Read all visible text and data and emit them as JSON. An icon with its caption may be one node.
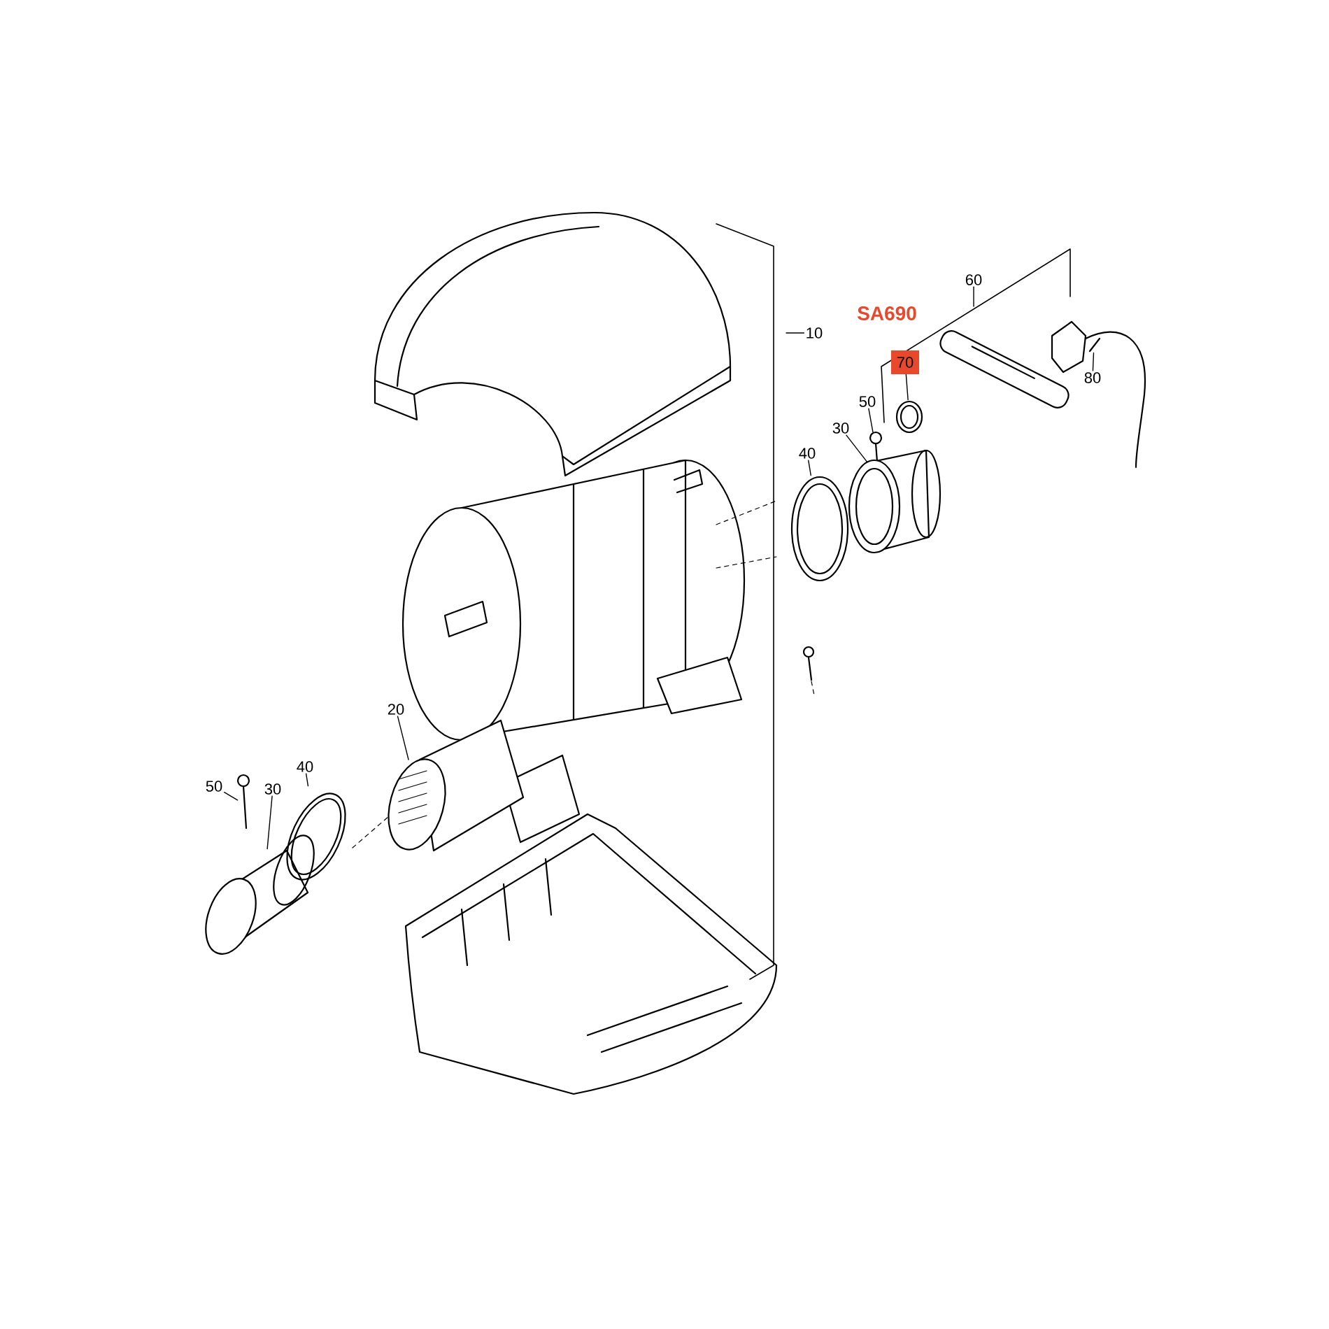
{
  "diagram": {
    "nodes": [
      {
        "text": [
          "10"
        ]
      },
      {
        "text": [
          "60"
        ]
      },
      {
        "text": [
          "70"
        ]
      },
      {
        "text": [
          "50"
        ]
      },
      {
        "text": [
          "30"
        ]
      },
      {
        "text": [
          "40"
        ]
      },
      {
        "text": [
          "80"
        ]
      },
      {
        "text": [
          "20"
        ]
      },
      {
        "text": [
          "50"
        ]
      },
      {
        "text": [
          "30"
        ]
      },
      {
        "text": [
          "40"
        ]
      },
      {
        "text": [],
        "shape": "picture"
      },
      {
        "text": [],
        "shape": "picture"
      },
      {
        "text": [],
        "shape": "cylinder"
      },
      {
        "text": [],
        "shape": "picture"
      },
      {
        "text": [],
        "shape": "picture"
      },
      {
        "text": [],
        "shape": "picture"
      },
      {
        "text": [],
        "shape": "picture"
      },
      {
        "text": [],
        "shape": "cylinder"
      },
      {
        "text": [],
        "shape": "picture"
      }
    ],
    "edges": [
      {
        "from": 0,
        "to": null,
        "arrow": "none"
      },
      {
        "from": 1,
        "to": null,
        "arrow": "none"
      },
      {
        "from": 2,
        "to": 11,
        "arrow": "none"
      },
      {
        "from": 3,
        "to": 12,
        "arrow": "none"
      },
      {
        "from": 4,
        "to": 13,
        "arrow": "none"
      },
      {
        "from": 5,
        "to": 14,
        "arrow": "none"
      },
      {
        "from": 6,
        "to": 15,
        "arrow": "none"
      },
      {
        "from": 7,
        "to": 16,
        "arrow": "none"
      },
      {
        "from": 8,
        "to": 17,
        "arrow": "none"
      },
      {
        "from": 9,
        "to": 18,
        "arrow": "none"
      },
      {
        "from": 10,
        "to": 19,
        "arrow": "none"
      }
    ],
    "labels": [
      "SA690"
    ]
  }
}
